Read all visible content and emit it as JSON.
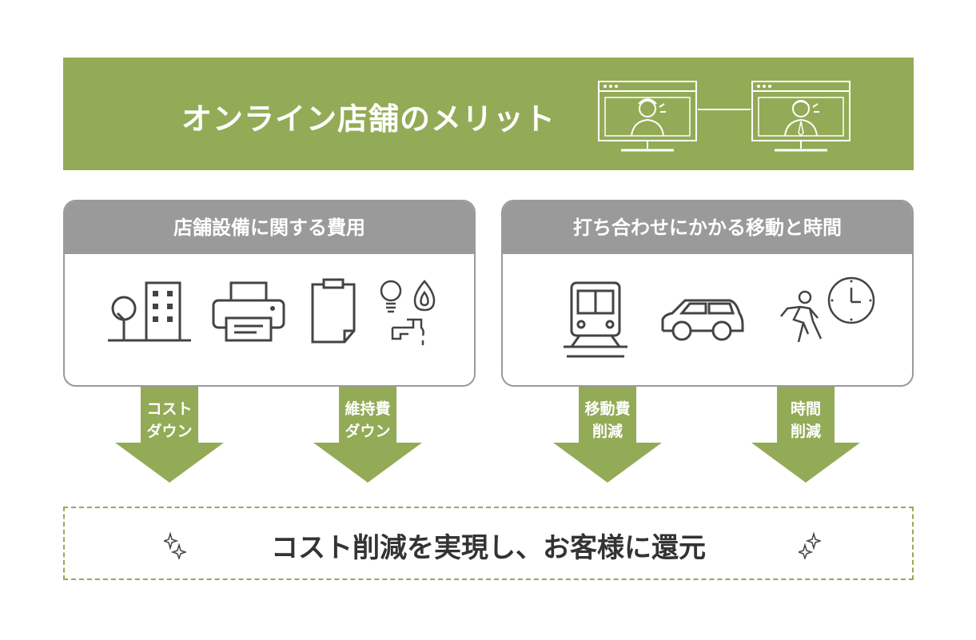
{
  "banner": {
    "title": "オンライン店舗のメリット",
    "color": "#93ab56"
  },
  "cards": [
    {
      "title": "店舗設備に関する費用",
      "icons": [
        "building-icon",
        "printer-icon",
        "clipboard-icon",
        "utilities-icon"
      ]
    },
    {
      "title": "打ち合わせにかかる移動と時間",
      "icons": [
        "train-icon",
        "car-icon",
        "walking-person-clock-icon"
      ]
    }
  ],
  "arrows": [
    {
      "line1": "コスト",
      "line2": "ダウン"
    },
    {
      "line1": "維持費",
      "line2": "ダウン"
    },
    {
      "line1": "移動費",
      "line2": "削減"
    },
    {
      "line1": "時間",
      "line2": "削減"
    }
  ],
  "result": {
    "text": "コスト削減を実現し、お客様に還元"
  },
  "colors": {
    "accent": "#93ab56",
    "card_header": "#9a9a9a",
    "icon_stroke": "#444444"
  }
}
